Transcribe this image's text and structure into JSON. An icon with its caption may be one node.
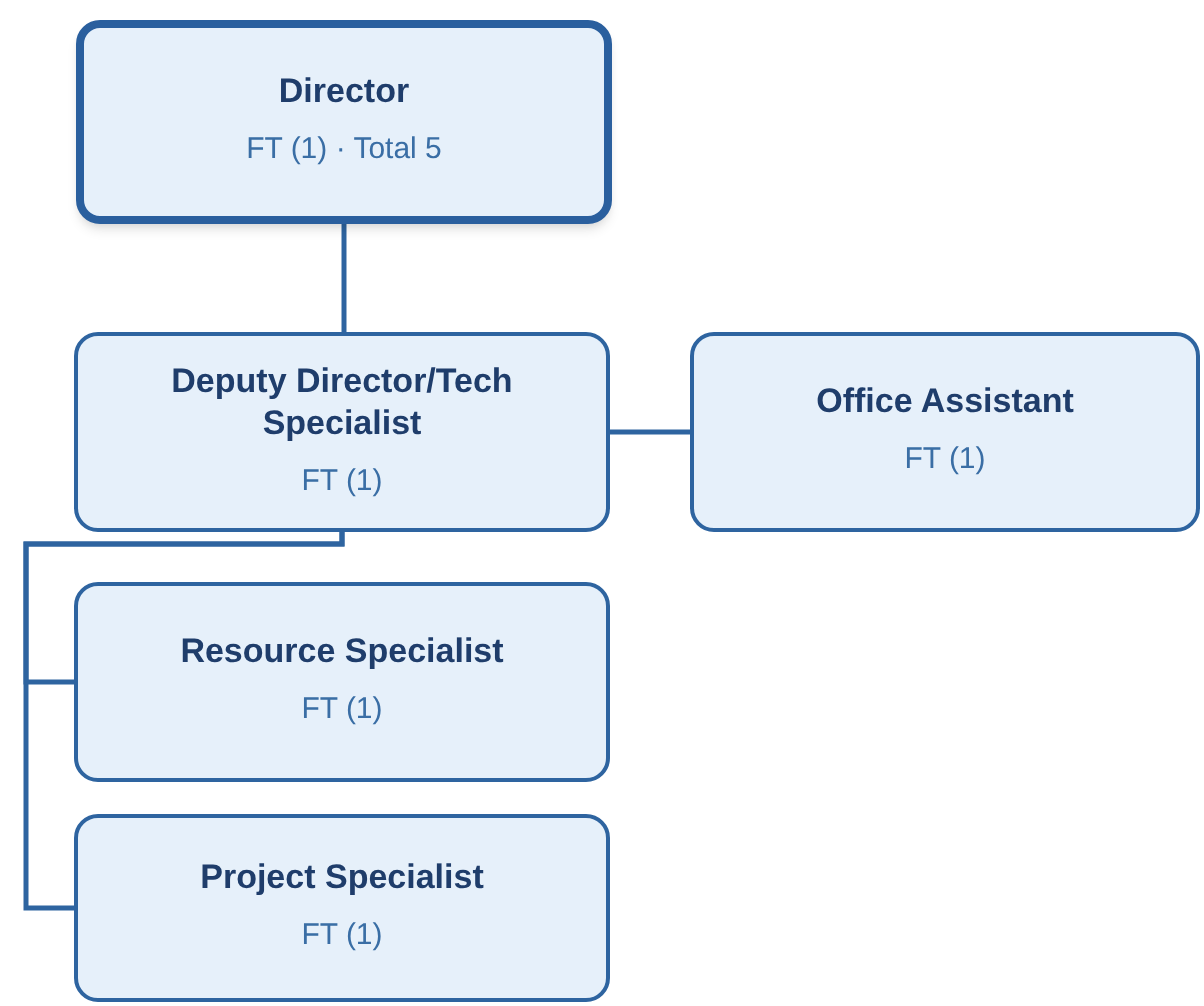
{
  "diagram": {
    "nodes": [
      {
        "text": [
          "Director",
          "FT (1) · Total 5"
        ]
      },
      {
        "text": [
          "Deputy Director/Tech Specialist",
          "FT (1)"
        ]
      },
      {
        "text": [
          "Office Assistant",
          "FT (1)"
        ]
      },
      {
        "text": [
          "Resource Specialist",
          "FT (1)"
        ]
      },
      {
        "text": [
          "Project Specialist",
          "FT (1)"
        ]
      }
    ],
    "edges": [
      {
        "from": 0,
        "to": 1,
        "arrow": "none"
      },
      {
        "from": 1,
        "to": 2,
        "arrow": "none"
      },
      {
        "from": 1,
        "to": 3,
        "arrow": "none"
      },
      {
        "from": 1,
        "to": 4,
        "arrow": "none"
      }
    ]
  }
}
